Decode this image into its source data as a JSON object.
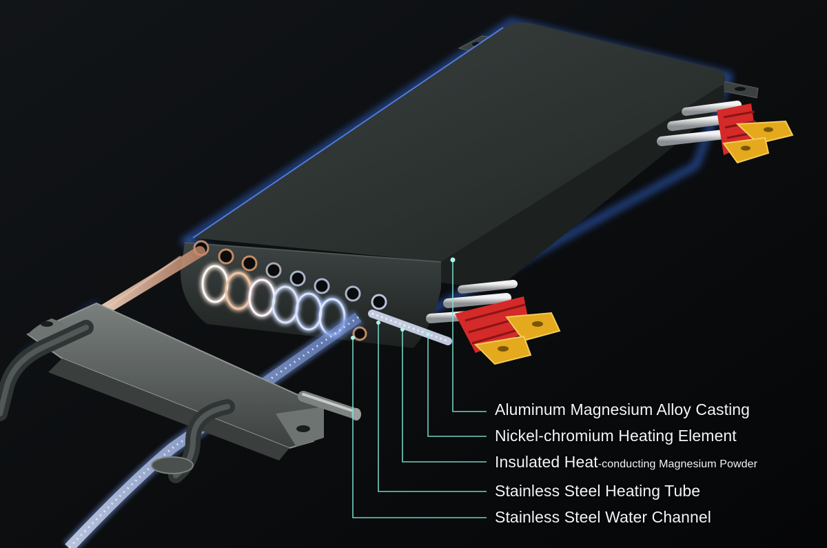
{
  "labels": [
    {
      "text": "Aluminum Magnesium Alloy Casting"
    },
    {
      "text": "Nickel-chromium Heating Element"
    },
    {
      "text": "Insulated Heat",
      "small": "-conducting Magnesium Powder"
    },
    {
      "text": "Stainless Steel Heating Tube"
    },
    {
      "text": "Stainless Steel Water Channel"
    }
  ],
  "colors": {
    "background": "#0b0d10",
    "casting": "#2c3230",
    "glow": "#3a7bff",
    "leader": "#7fe8d8",
    "terminal_red": "#d42a2a",
    "terminal_gold": "#e4a91c",
    "coil_copper": "#e0a070",
    "coil_blue": "#a9c4ff"
  }
}
